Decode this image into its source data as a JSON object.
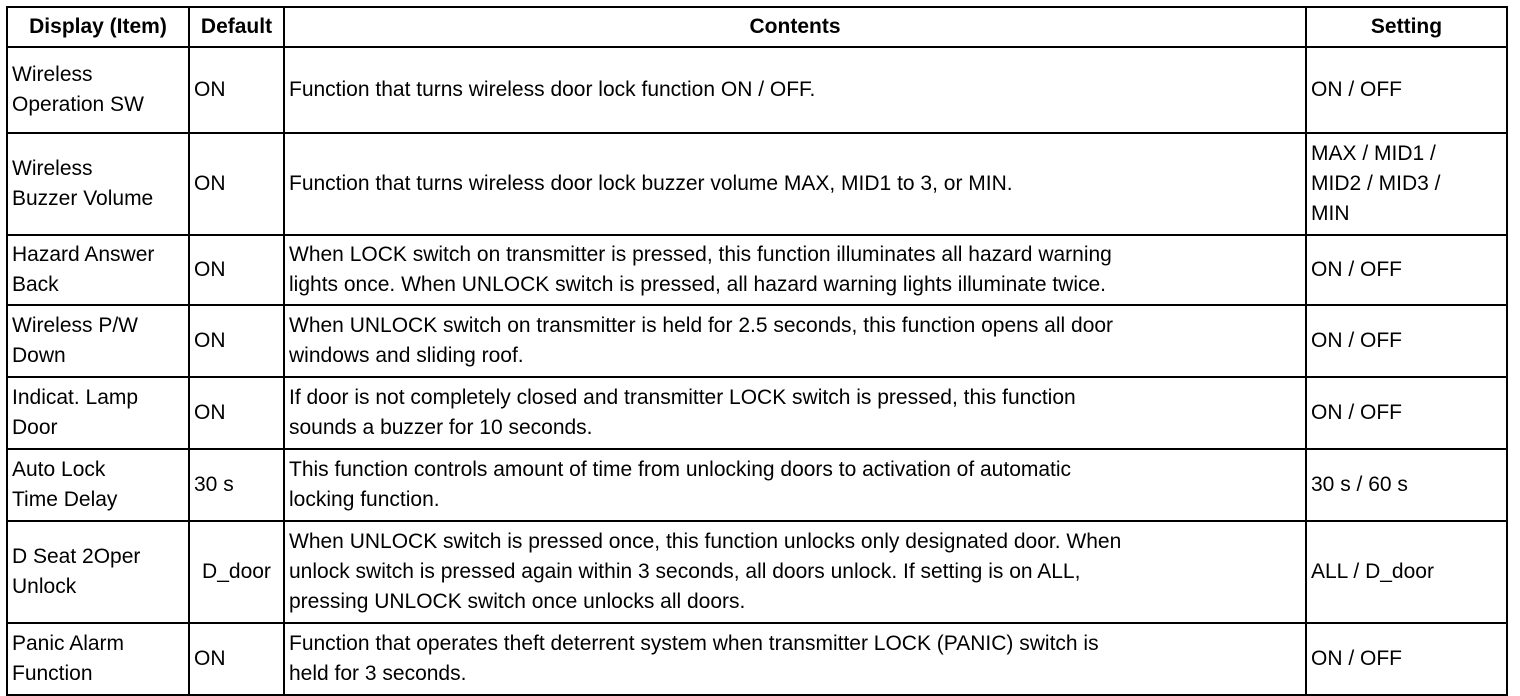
{
  "table": {
    "headers": {
      "item": "Display (Item)",
      "default": "Default",
      "contents": "Contents",
      "setting": "Setting"
    },
    "rows": [
      {
        "item": [
          "Wireless",
          "Operation SW"
        ],
        "default": "ON",
        "contents": [
          "Function that turns wireless door lock function ON / OFF."
        ],
        "setting": [
          "ON / OFF"
        ]
      },
      {
        "item": [
          "Wireless",
          "Buzzer Volume"
        ],
        "default": "ON",
        "contents": [
          "Function that turns wireless door lock buzzer volume MAX, MID1 to 3, or MIN."
        ],
        "setting": [
          "MAX / MID1 /",
          "MID2 / MID3 /",
          "MIN"
        ]
      },
      {
        "item": [
          "Hazard Answer",
          "Back"
        ],
        "default": "ON",
        "contents": [
          "When LOCK switch on transmitter is pressed, this function illuminates all hazard warning",
          "lights once. When UNLOCK switch is pressed, all hazard warning lights illuminate twice."
        ],
        "setting": [
          "ON / OFF"
        ]
      },
      {
        "item": [
          "Wireless P/W",
          "Down"
        ],
        "default": "ON",
        "contents": [
          "When UNLOCK switch on transmitter is held for 2.5 seconds, this function opens all door",
          "windows and sliding roof."
        ],
        "setting": [
          "ON / OFF"
        ]
      },
      {
        "item": [
          "Indicat. Lamp",
          "Door"
        ],
        "default": "ON",
        "contents": [
          "If door is not completely closed and transmitter LOCK switch is pressed, this function",
          "sounds a buzzer for 10 seconds."
        ],
        "setting": [
          "ON / OFF"
        ]
      },
      {
        "item": [
          "Auto Lock",
          "Time Delay"
        ],
        "default": "30 s",
        "contents": [
          "This function controls amount of time from unlocking doors to activation of automatic",
          "locking function."
        ],
        "setting": [
          "30 s / 60 s"
        ]
      },
      {
        "item": [
          "D Seat 2Oper",
          "Unlock"
        ],
        "default": "D_door",
        "contents": [
          "When UNLOCK switch is pressed once, this function unlocks only designated door. When",
          "unlock switch is pressed again within 3 seconds, all doors unlock. If setting is on ALL,",
          "pressing UNLOCK switch once unlocks all doors."
        ],
        "setting": [
          "ALL / D_door"
        ]
      },
      {
        "item": [
          "Panic Alarm",
          "Function"
        ],
        "default": "ON",
        "contents": [
          "Function that operates theft deterrent system when transmitter LOCK (PANIC) switch is",
          "held for 3 seconds."
        ],
        "setting": [
          "ON / OFF"
        ]
      }
    ]
  }
}
